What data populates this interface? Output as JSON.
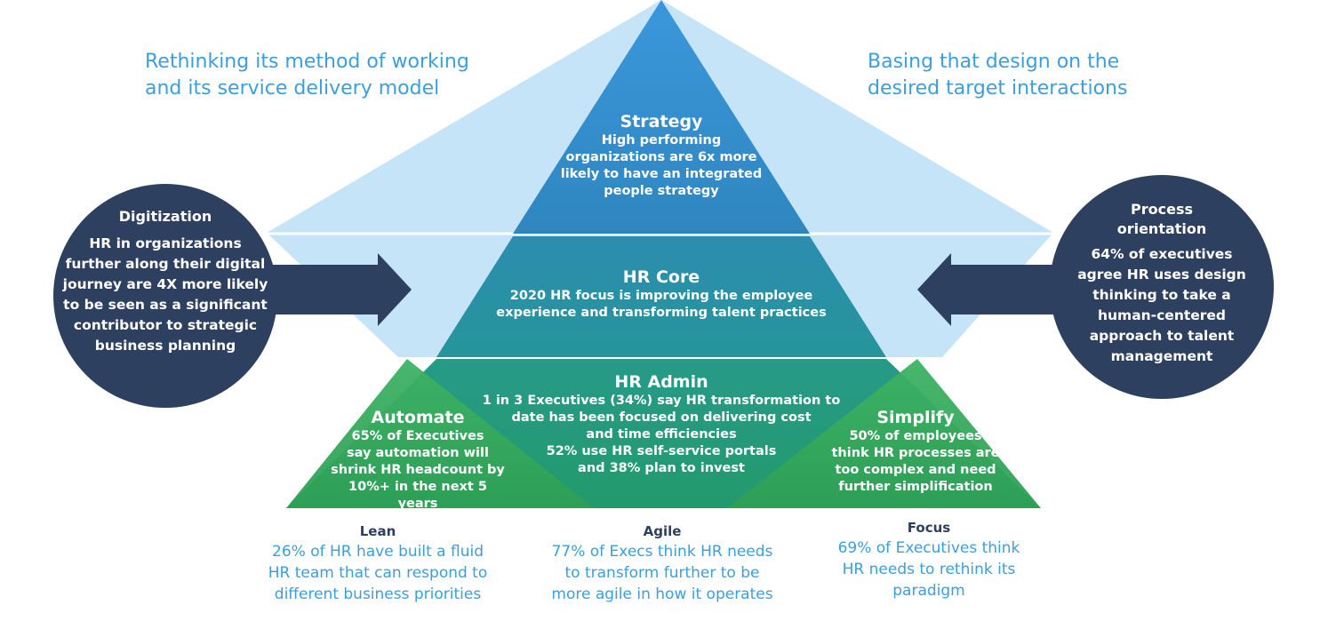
{
  "header": {
    "left_note": [
      "Rethinking its method of working",
      "and its service delivery model"
    ],
    "right_note": [
      "Basing that design on the",
      "desired target interactions"
    ]
  },
  "pyramid": {
    "strategy": {
      "title": "Strategy",
      "lines": [
        "High performing",
        "organizations are 6x more",
        "likely to have an integrated",
        "people strategy"
      ]
    },
    "hr_core": {
      "title": "HR Core",
      "lines": [
        "2020 HR focus is improving  the employee",
        "experience and transforming talent practices"
      ]
    },
    "hr_admin": {
      "title": "HR Admin",
      "lines": [
        "1 in 3 Executives (34%) say HR transformation to",
        "date has been focused on delivering cost",
        "and time efficiencies",
        "52% use HR self-service portals",
        "and 38% plan to invest"
      ]
    },
    "automate": {
      "title": "Automate",
      "lines": [
        "65% of Executives",
        "say automation will",
        "shrink HR headcount by",
        "10%+ in the next 5 years"
      ]
    },
    "simplify": {
      "title": "Simplify",
      "lines": [
        "50% of employees",
        "think HR processes are",
        "too complex and need",
        "further simplification"
      ]
    }
  },
  "left_circle": {
    "title": "Digitization",
    "lines": [
      "HR in organizations",
      "further along their digital",
      "journey are 4X more likely",
      "to be seen as a significant",
      "contributor to strategic",
      "business planning"
    ]
  },
  "right_circle": {
    "title_lines": [
      "Process",
      "orientation"
    ],
    "lines": [
      "64% of executives",
      "agree HR uses design",
      "thinking to take a",
      "human-centered",
      "approach to talent",
      "management"
    ]
  },
  "bottom": {
    "lean": {
      "title": "Lean",
      "lines": [
        "26% of HR have built a fluid",
        "HR team that can respond to",
        "different business priorities"
      ]
    },
    "agile": {
      "title": "Agile",
      "lines": [
        "77% of Execs think HR needs",
        "to transform further to be",
        "more agile in how it operates"
      ]
    },
    "focus": {
      "title": "Focus",
      "lines": [
        "69% of Executives think",
        "HR needs to rethink its",
        "paradigm"
      ]
    }
  },
  "colors": {
    "light_blue": "#c6e4f7",
    "navy": "#2e4060",
    "accent_text": "#3a9fdc",
    "strategy_blue": "#2f8fd2",
    "core_teal": "#2a92a6",
    "admin_green": "#2aa07a",
    "side_green": "#37ae5c"
  }
}
